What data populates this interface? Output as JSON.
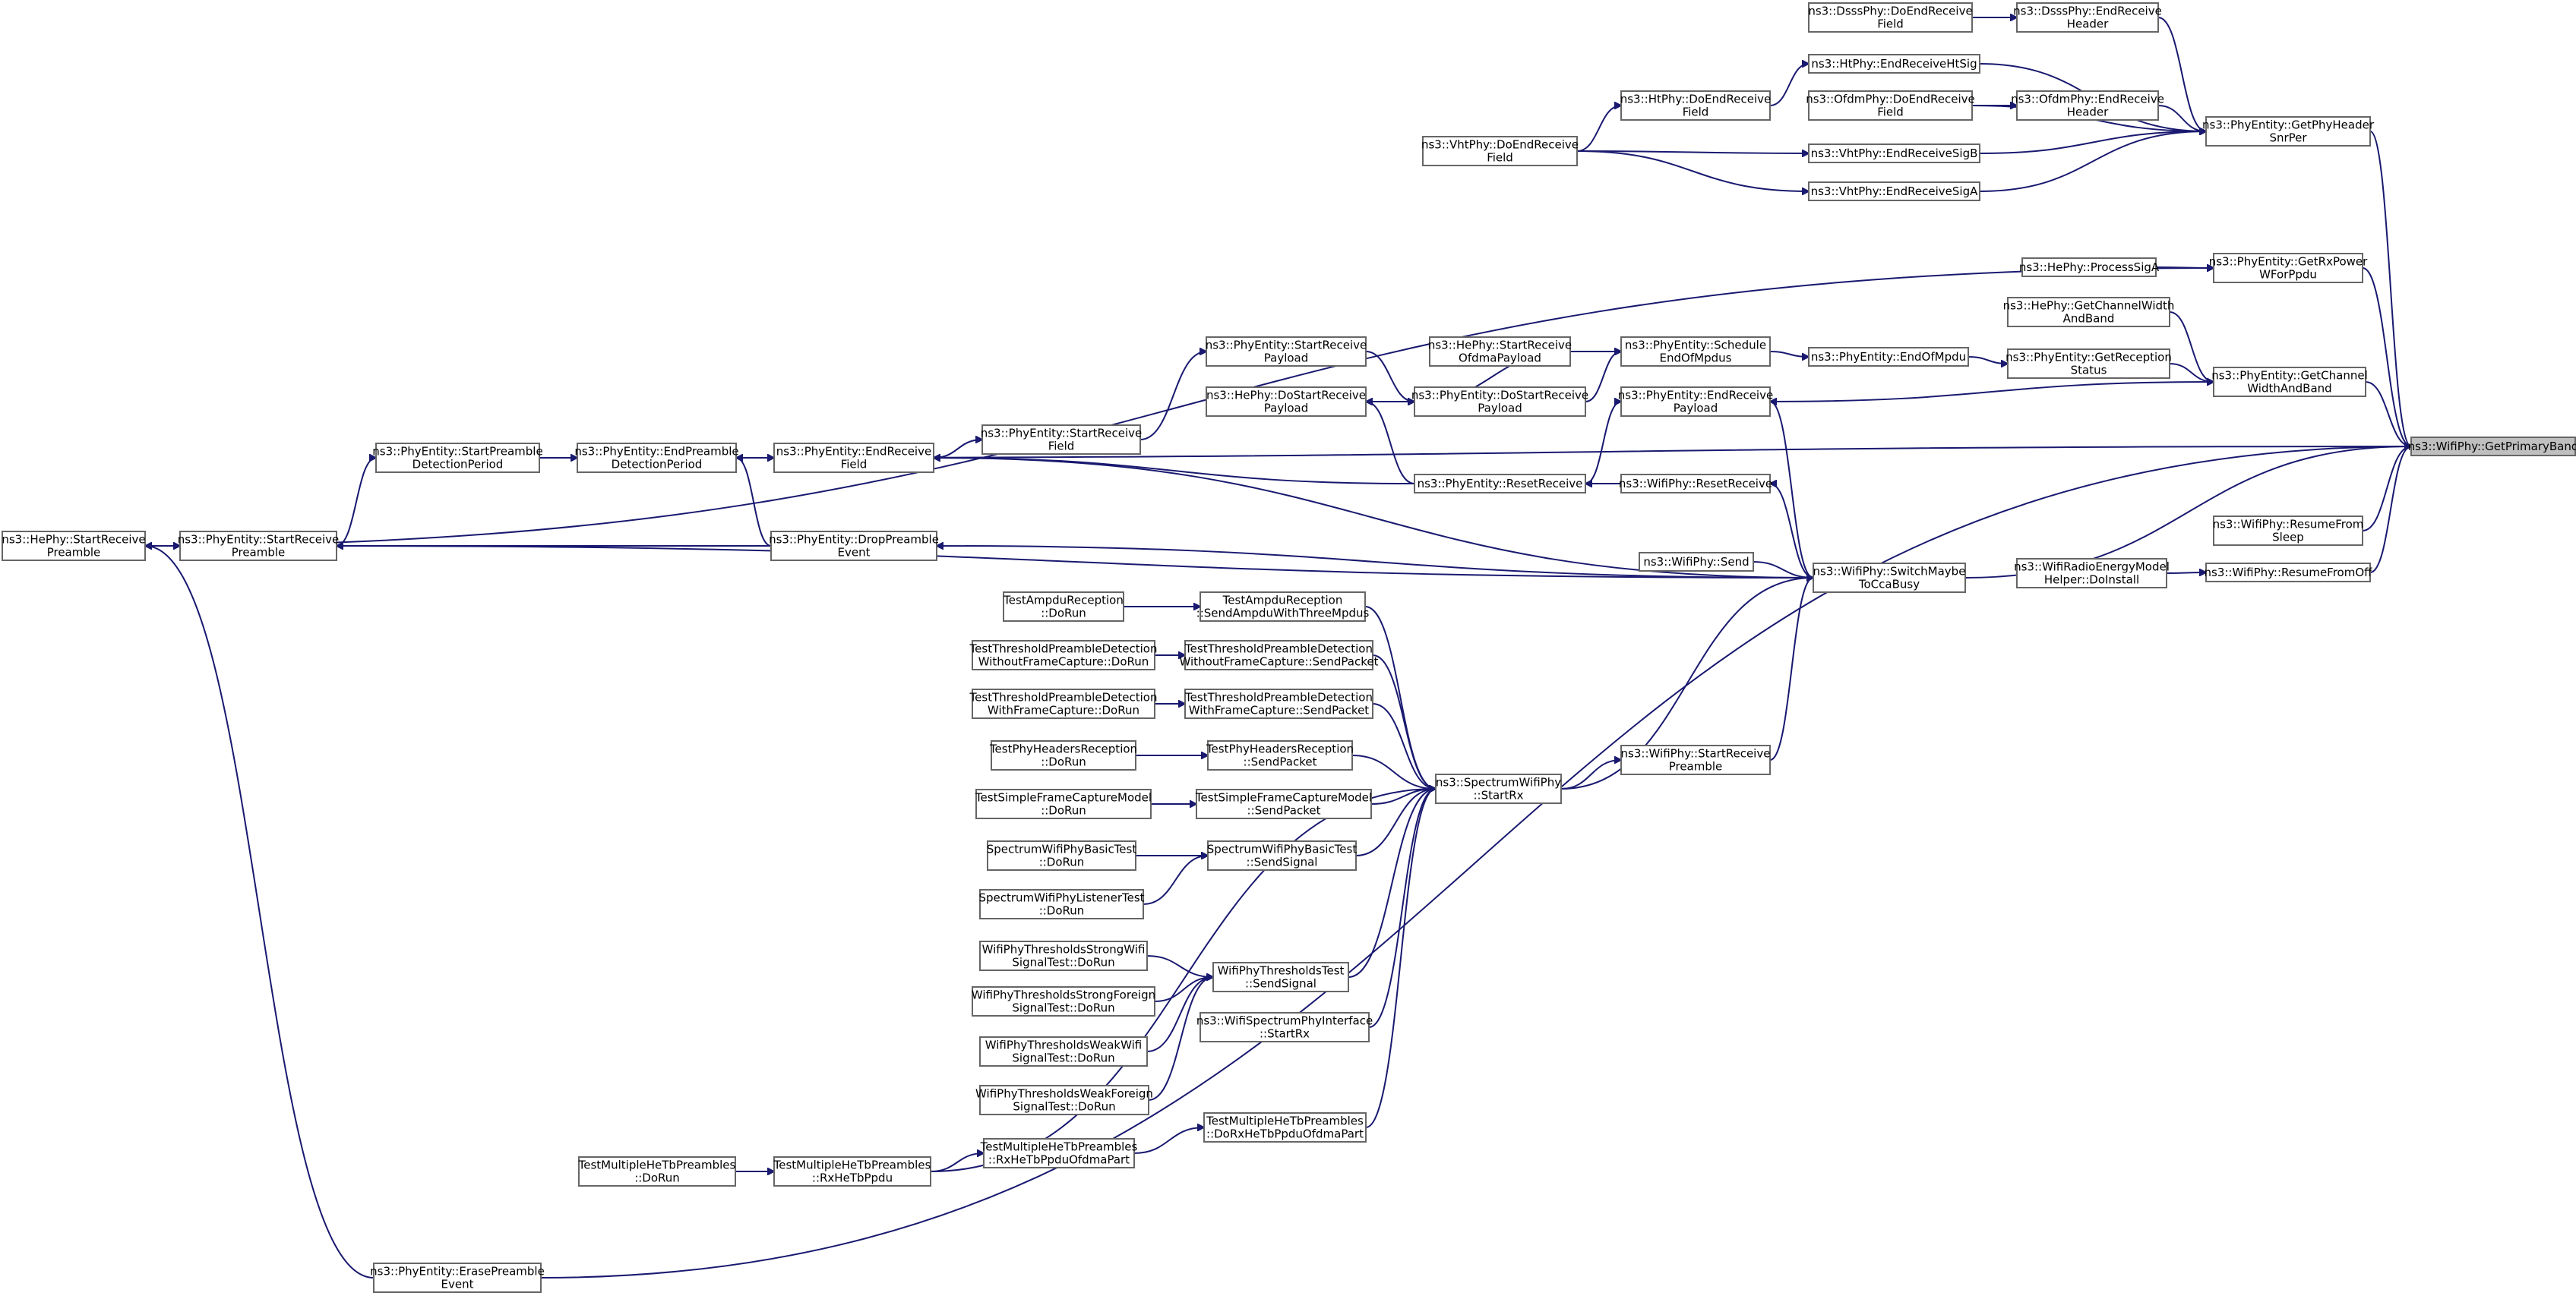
{
  "colors": {
    "edge": "#191970",
    "node_border": "#666666",
    "root_fill": "#bfbfbf",
    "node_fill": "#ffffff"
  },
  "root_node": "n0",
  "nodes": [
    {
      "id": "n0",
      "lines": [
        "ns3::WifiPhy::GetPrimaryBand"
      ]
    },
    {
      "id": "n1",
      "lines": [
        "ns3::PhyEntity::GetPhyHeader",
        "SnrPer"
      ]
    },
    {
      "id": "n2",
      "lines": [
        "ns3::DsssPhy::EndReceive",
        "Header"
      ]
    },
    {
      "id": "n3",
      "lines": [
        "ns3::DsssPhy::DoEndReceive",
        "Field"
      ]
    },
    {
      "id": "n4",
      "lines": [
        "ns3::HtPhy::EndReceiveHtSig"
      ]
    },
    {
      "id": "n5",
      "lines": [
        "ns3::HtPhy::DoEndReceive",
        "Field"
      ]
    },
    {
      "id": "n6",
      "lines": [
        "ns3::VhtPhy::DoEndReceive",
        "Field"
      ]
    },
    {
      "id": "n7",
      "lines": [
        "ns3::OfdmPhy::DoEndReceive",
        "Field"
      ]
    },
    {
      "id": "n8",
      "lines": [
        "ns3::OfdmPhy::EndReceive",
        "Header"
      ]
    },
    {
      "id": "n9",
      "lines": [
        "ns3::VhtPhy::EndReceiveSigB"
      ]
    },
    {
      "id": "n10",
      "lines": [
        "ns3::VhtPhy::EndReceiveSigA"
      ]
    },
    {
      "id": "n11",
      "lines": [
        "ns3::PhyEntity::GetRxPower",
        "WForPpdu"
      ]
    },
    {
      "id": "n12",
      "lines": [
        "ns3::HePhy::ProcessSigA"
      ]
    },
    {
      "id": "n13",
      "lines": [
        "ns3::HePhy::GetChannelWidth",
        "AndBand"
      ]
    },
    {
      "id": "n14",
      "lines": [
        "ns3::PhyEntity::GetChannel",
        "WidthAndBand"
      ]
    },
    {
      "id": "n15",
      "lines": [
        "ns3::PhyEntity::GetReception",
        "Status"
      ]
    },
    {
      "id": "n16",
      "lines": [
        "ns3::PhyEntity::EndOfMpdu"
      ]
    },
    {
      "id": "n17",
      "lines": [
        "ns3::PhyEntity::Schedule",
        "EndOfMpdus"
      ]
    },
    {
      "id": "n18",
      "lines": [
        "ns3::PhyEntity::EndReceive",
        "Payload"
      ]
    },
    {
      "id": "n19",
      "lines": [
        "ns3::HePhy::StartReceive",
        "OfdmaPayload"
      ]
    },
    {
      "id": "n20",
      "lines": [
        "ns3::PhyEntity::DoStartReceive",
        "Payload"
      ]
    },
    {
      "id": "n21",
      "lines": [
        "ns3::PhyEntity::StartReceive",
        "Payload"
      ]
    },
    {
      "id": "n22",
      "lines": [
        "ns3::HePhy::DoStartReceive",
        "Payload"
      ]
    },
    {
      "id": "n23",
      "lines": [
        "ns3::PhyEntity::StartReceive",
        "Field"
      ]
    },
    {
      "id": "n24",
      "lines": [
        "ns3::PhyEntity::EndReceive",
        "Field"
      ]
    },
    {
      "id": "n25",
      "lines": [
        "ns3::PhyEntity::EndPreamble",
        "DetectionPeriod"
      ]
    },
    {
      "id": "n26",
      "lines": [
        "ns3::PhyEntity::StartPreamble",
        "DetectionPeriod"
      ]
    },
    {
      "id": "n27",
      "lines": [
        "ns3::PhyEntity::StartReceive",
        "Preamble"
      ]
    },
    {
      "id": "n28",
      "lines": [
        "ns3::HePhy::StartReceive",
        "Preamble"
      ]
    },
    {
      "id": "n29",
      "lines": [
        "ns3::PhyEntity::ResetReceive"
      ]
    },
    {
      "id": "n30",
      "lines": [
        "ns3::WifiPhy::ResetReceive"
      ]
    },
    {
      "id": "n31",
      "lines": [
        "ns3::PhyEntity::DropPreamble",
        "Event"
      ]
    },
    {
      "id": "n32",
      "lines": [
        "ns3::WifiPhy::SwitchMaybe",
        "ToCcaBusy"
      ]
    },
    {
      "id": "n33",
      "lines": [
        "ns3::WifiPhy::Send"
      ]
    },
    {
      "id": "n34",
      "lines": [
        "ns3::WifiPhy::ResumeFrom",
        "Sleep"
      ]
    },
    {
      "id": "n35",
      "lines": [
        "ns3::WifiRadioEnergyModel",
        "Helper::DoInstall"
      ]
    },
    {
      "id": "n36",
      "lines": [
        "ns3::WifiPhy::ResumeFromOff"
      ]
    },
    {
      "id": "n37",
      "lines": [
        "ns3::SpectrumWifiPhy",
        "::StartRx"
      ]
    },
    {
      "id": "n38",
      "lines": [
        "ns3::WifiPhy::StartReceive",
        "Preamble"
      ]
    },
    {
      "id": "n39",
      "lines": [
        "TestAmpduReception",
        "::DoRun"
      ]
    },
    {
      "id": "n40",
      "lines": [
        "TestAmpduReception",
        "::SendAmpduWithThreeMpdus"
      ]
    },
    {
      "id": "n41",
      "lines": [
        "TestThresholdPreambleDetection",
        "WithoutFrameCapture::DoRun"
      ]
    },
    {
      "id": "n42",
      "lines": [
        "TestThresholdPreambleDetection",
        "WithoutFrameCapture::SendPacket"
      ]
    },
    {
      "id": "n43",
      "lines": [
        "TestThresholdPreambleDetection",
        "WithFrameCapture::DoRun"
      ]
    },
    {
      "id": "n44",
      "lines": [
        "TestThresholdPreambleDetection",
        "WithFrameCapture::SendPacket"
      ]
    },
    {
      "id": "n45",
      "lines": [
        "TestPhyHeadersReception",
        "::DoRun"
      ]
    },
    {
      "id": "n46",
      "lines": [
        "TestPhyHeadersReception",
        "::SendPacket"
      ]
    },
    {
      "id": "n47",
      "lines": [
        "TestSimpleFrameCaptureModel",
        "::DoRun"
      ]
    },
    {
      "id": "n48",
      "lines": [
        "TestSimpleFrameCaptureModel",
        "::SendPacket"
      ]
    },
    {
      "id": "n49",
      "lines": [
        "SpectrumWifiPhyBasicTest",
        "::DoRun"
      ]
    },
    {
      "id": "n50",
      "lines": [
        "SpectrumWifiPhyBasicTest",
        "::SendSignal"
      ]
    },
    {
      "id": "n51",
      "lines": [
        "SpectrumWifiPhyListenerTest",
        "::DoRun"
      ]
    },
    {
      "id": "n52",
      "lines": [
        "WifiPhyThresholdsStrongWifi",
        "SignalTest::DoRun"
      ]
    },
    {
      "id": "n53",
      "lines": [
        "WifiPhyThresholdsTest",
        "::SendSignal"
      ]
    },
    {
      "id": "n54",
      "lines": [
        "WifiPhyThresholdsStrongForeign",
        "SignalTest::DoRun"
      ]
    },
    {
      "id": "n55",
      "lines": [
        "ns3::WifiSpectrumPhyInterface",
        "::StartRx"
      ]
    },
    {
      "id": "n56",
      "lines": [
        "WifiPhyThresholdsWeakWifi",
        "SignalTest::DoRun"
      ]
    },
    {
      "id": "n57",
      "lines": [
        "WifiPhyThresholdsWeakForeign",
        "SignalTest::DoRun"
      ]
    },
    {
      "id": "n58",
      "lines": [
        "TestMultipleHeTbPreambles",
        "::DoRxHeTbPpduOfdmaPart"
      ]
    },
    {
      "id": "n59",
      "lines": [
        "TestMultipleHeTbPreambles",
        "::RxHeTbPpduOfdmaPart"
      ]
    },
    {
      "id": "n60",
      "lines": [
        "TestMultipleHeTbPreambles",
        "::RxHeTbPpdu"
      ]
    },
    {
      "id": "n61",
      "lines": [
        "TestMultipleHeTbPreambles",
        "::DoRun"
      ]
    },
    {
      "id": "n62",
      "lines": [
        "ns3::PhyEntity::ErasePreamble",
        "Event"
      ]
    }
  ],
  "edges": [
    [
      "n1",
      "n0"
    ],
    [
      "n2",
      "n1"
    ],
    [
      "n3",
      "n2"
    ],
    [
      "n4",
      "n1"
    ],
    [
      "n5",
      "n4"
    ],
    [
      "n6",
      "n5"
    ],
    [
      "n7",
      "n1"
    ],
    [
      "n8",
      "n1"
    ],
    [
      "n7",
      "n8"
    ],
    [
      "n9",
      "n1"
    ],
    [
      "n6",
      "n9"
    ],
    [
      "n10",
      "n1"
    ],
    [
      "n6",
      "n10"
    ],
    [
      "n11",
      "n0"
    ],
    [
      "n12",
      "n11"
    ],
    [
      "n28",
      "n11"
    ],
    [
      "n14",
      "n0"
    ],
    [
      "n13",
      "n14"
    ],
    [
      "n15",
      "n14"
    ],
    [
      "n16",
      "n15"
    ],
    [
      "n17",
      "n16"
    ],
    [
      "n18",
      "n14"
    ],
    [
      "n19",
      "n17"
    ],
    [
      "n20",
      "n17"
    ],
    [
      "n20",
      "n19"
    ],
    [
      "n21",
      "n20"
    ],
    [
      "n22",
      "n20"
    ],
    [
      "n23",
      "n21"
    ],
    [
      "n24",
      "n23"
    ],
    [
      "n23",
      "n24"
    ],
    [
      "n25",
      "n24"
    ],
    [
      "n25",
      "n0"
    ],
    [
      "n26",
      "n25"
    ],
    [
      "n27",
      "n26"
    ],
    [
      "n28",
      "n27"
    ],
    [
      "n29",
      "n18"
    ],
    [
      "n29",
      "n22"
    ],
    [
      "n29",
      "n24"
    ],
    [
      "n30",
      "n29"
    ],
    [
      "n31",
      "n25"
    ],
    [
      "n31",
      "n27"
    ],
    [
      "n32",
      "n0"
    ],
    [
      "n32",
      "n18"
    ],
    [
      "n32",
      "n30"
    ],
    [
      "n32",
      "n24"
    ],
    [
      "n32",
      "n31"
    ],
    [
      "n33",
      "n32"
    ],
    [
      "n34",
      "n0"
    ],
    [
      "n36",
      "n0"
    ],
    [
      "n35",
      "n36"
    ],
    [
      "n37",
      "n32"
    ],
    [
      "n38",
      "n32"
    ],
    [
      "n37",
      "n38"
    ],
    [
      "n40",
      "n37"
    ],
    [
      "n39",
      "n40"
    ],
    [
      "n42",
      "n37"
    ],
    [
      "n41",
      "n42"
    ],
    [
      "n44",
      "n37"
    ],
    [
      "n43",
      "n44"
    ],
    [
      "n46",
      "n37"
    ],
    [
      "n45",
      "n46"
    ],
    [
      "n48",
      "n37"
    ],
    [
      "n47",
      "n48"
    ],
    [
      "n50",
      "n37"
    ],
    [
      "n49",
      "n50"
    ],
    [
      "n51",
      "n50"
    ],
    [
      "n53",
      "n37"
    ],
    [
      "n52",
      "n53"
    ],
    [
      "n54",
      "n53"
    ],
    [
      "n56",
      "n53"
    ],
    [
      "n57",
      "n53"
    ],
    [
      "n55",
      "n37"
    ],
    [
      "n58",
      "n37"
    ],
    [
      "n59",
      "n58"
    ],
    [
      "n60",
      "n59"
    ],
    [
      "n60",
      "n37"
    ],
    [
      "n61",
      "n60"
    ],
    [
      "n62",
      "n28"
    ],
    [
      "n62",
      "n0"
    ],
    [
      "n32",
      "n27"
    ]
  ]
}
